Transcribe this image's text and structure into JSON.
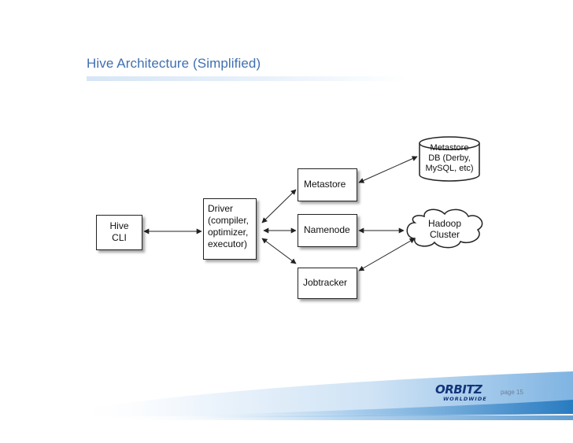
{
  "slide": {
    "title": "Hive Architecture (Simplified)",
    "page_label": "page 15"
  },
  "diagram": {
    "hive_cli": "Hive\nCLI",
    "driver": "Driver\n(compiler,\noptimizer,\nexecutor)",
    "metastore": "Metastore",
    "namenode": "Namenode",
    "jobtracker": "Jobtracker",
    "metastore_db": "Metastore\nDB (Derby,\nMySQL, etc)",
    "hadoop_cluster": "Hadoop\nCluster"
  },
  "branding": {
    "logo_text": "ORBITZ",
    "logo_subtext": "WORLDWIDE"
  },
  "colors": {
    "title": "#3f6fb2",
    "logo": "#13357a",
    "footer_band": "#1f75bd"
  },
  "icons": {
    "metastore_db": "database-cylinder-icon",
    "hadoop_cluster": "cloud-icon"
  }
}
